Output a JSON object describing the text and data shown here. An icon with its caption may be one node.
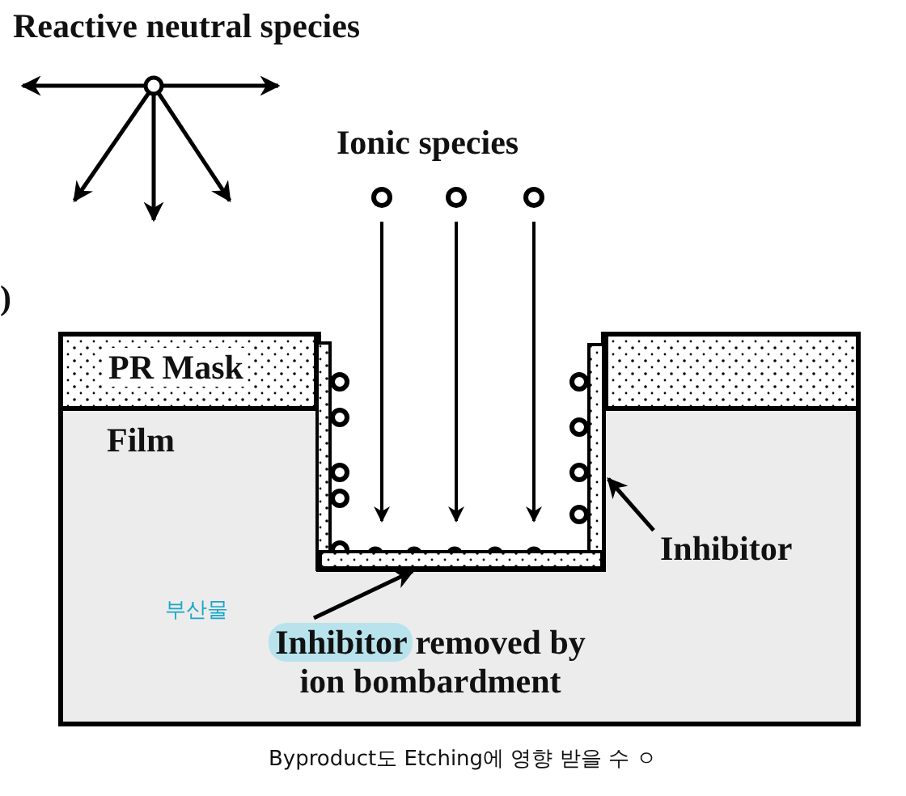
{
  "diagram": {
    "nodes": [
      {
        "text": [
          "PR Mask"
        ],
        "in": 2
      },
      {
        "text": [],
        "shape": "box",
        "in": 2
      },
      {
        "text": [
          "Film"
        ]
      },
      {
        "text": [
          "Inhibitor"
        ],
        "in": 2
      },
      {
        "text": [
          "Inhibitor removed by ion bombardment"
        ],
        "in": 2
      },
      {
        "text": [],
        "shape": "bar"
      },
      {
        "text": [],
        "shape": "bar"
      }
    ],
    "edges": [
      {
        "from": 3,
        "to": 5,
        "arrow": "to"
      },
      {
        "from": 4,
        "to": 6,
        "arrow": "to"
      }
    ],
    "labels": [
      "Reactive neutral species",
      "Ionic species",
      ")",
      "부산물",
      "Byproduct도 Etching에 영향 받을 수 ㅇ"
    ]
  }
}
